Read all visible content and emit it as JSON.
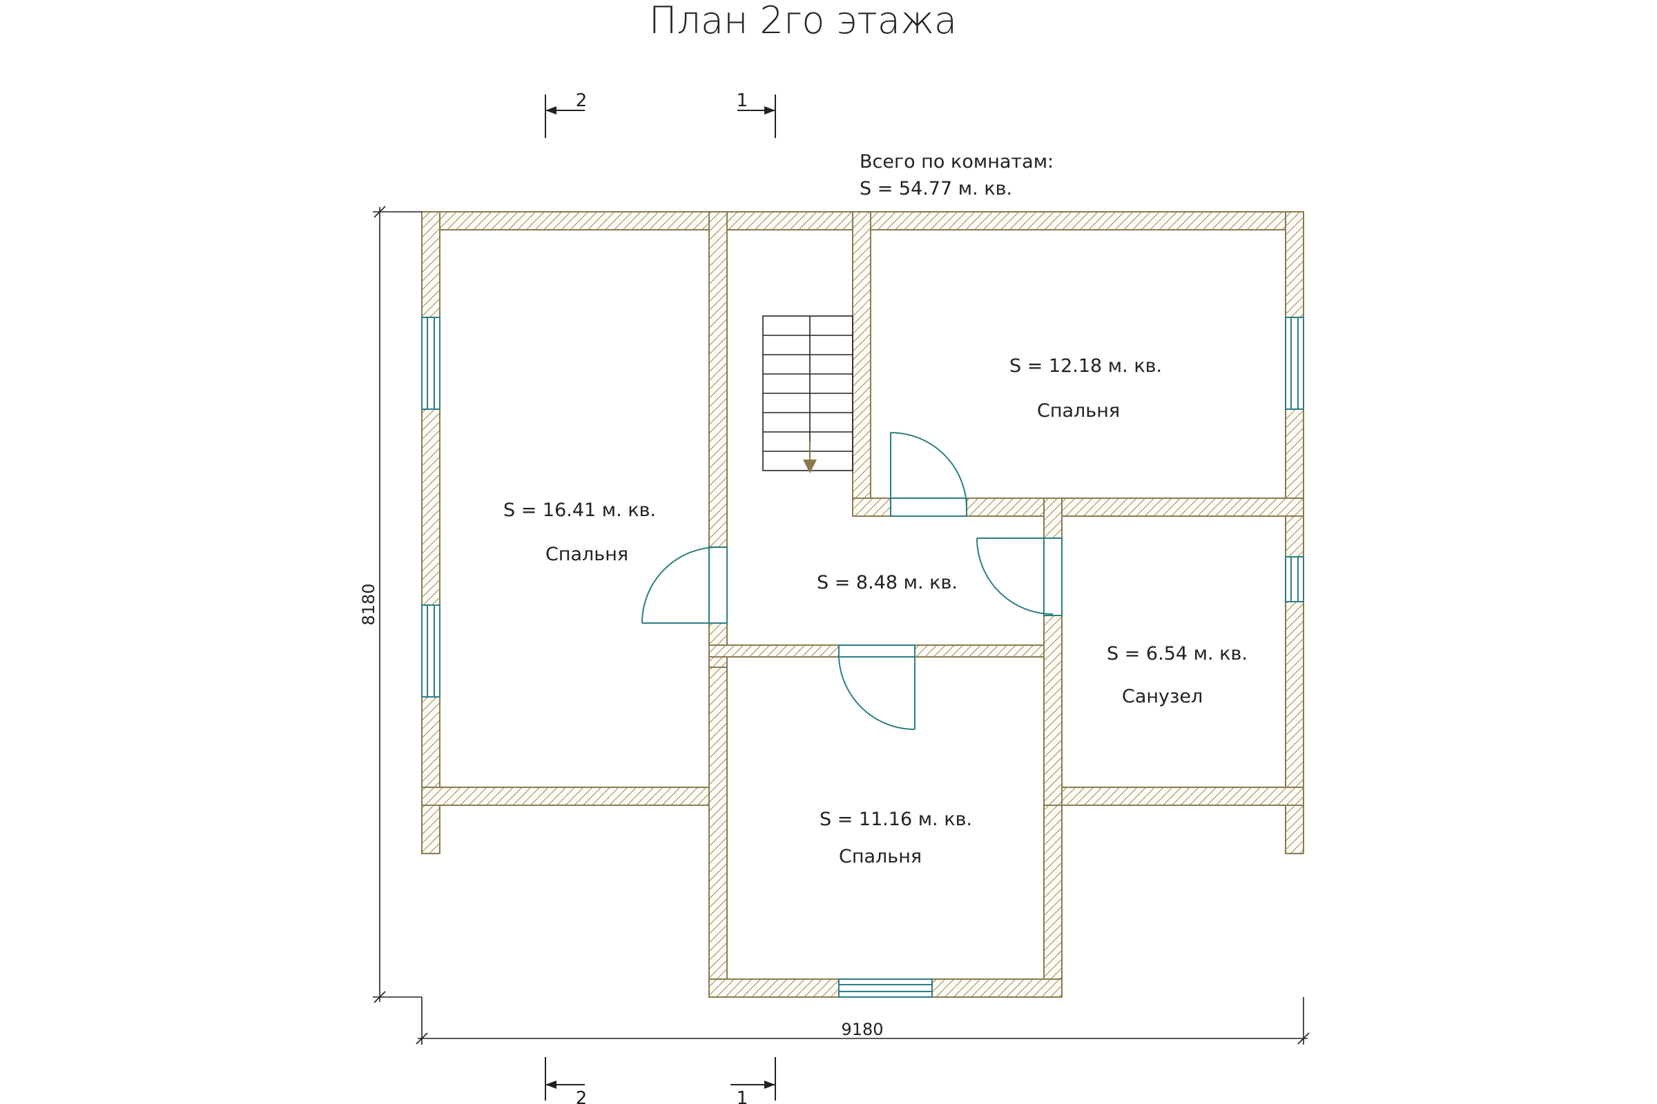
{
  "title": "План 2го этажа",
  "total": {
    "label": "Всего по комнатам:",
    "area": "S    =  54.77 м. кв."
  },
  "rooms": [
    {
      "area": "S    =  16.41 м. кв.",
      "name": "Спальня"
    },
    {
      "area": "S    =  12.18 м. кв.",
      "name": "Спальня"
    },
    {
      "area": "S    =  8.48 м. кв.",
      "name": ""
    },
    {
      "area": "S    =  6.54 м. кв.",
      "name": "Санузел"
    },
    {
      "area": "S    =  11.16 м. кв.",
      "name": "Спальня"
    }
  ],
  "dimensions": {
    "width": "9180",
    "height": "8180"
  },
  "section_marks": {
    "top_left": "2",
    "top_right": "1",
    "bottom_left": "2",
    "bottom_right": "1"
  },
  "colors": {
    "wall_hatch": "#8a7a4f",
    "window_door": "#2d7d84",
    "line": "#222222"
  }
}
